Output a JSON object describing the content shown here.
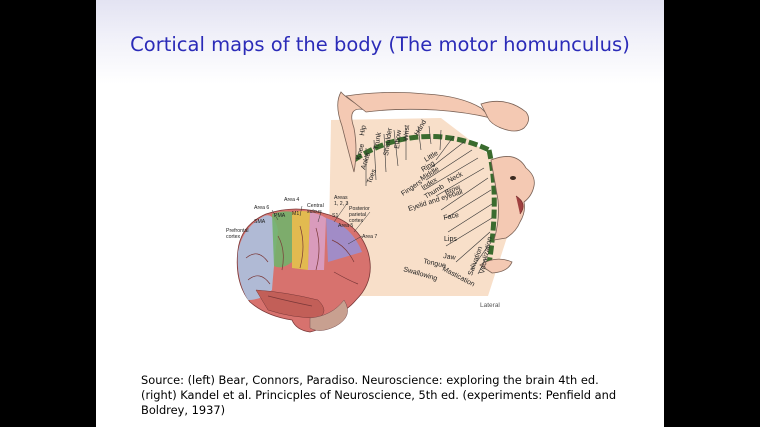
{
  "slide": {
    "title": "Cortical maps of the body (The motor homunculus)",
    "source_lines": [
      "Source: (left) Bear, Connors, Paradiso. Neuroscience: exploring the brain 4th ed.",
      "(right) Kandel et al. Princicples of Neuroscience, 5th ed. (experiments: Penfield and",
      "Boldrey, 1937)"
    ]
  },
  "brain_labels": {
    "area6": "Area 6",
    "area4": "Area 4",
    "areas123_line1": "Areas",
    "areas123_line2": "1, 2, 3",
    "central_line1": "Central",
    "central_line2": "sulcus",
    "prefrontal_line1": "Prefrontal",
    "prefrontal_line2": "cortex",
    "sma": "SMA",
    "pma": "PMA",
    "m1": "M1",
    "s1": "S1",
    "posterior_line1": "Posterior",
    "posterior_line2": "parietal",
    "posterior_line3": "cortex",
    "area5": "Area 5",
    "area7": "Area 7"
  },
  "homunculus": {
    "body_parts": [
      "Toes",
      "Ankle",
      "Knee",
      "Hip",
      "Trunk",
      "Shoulder",
      "Elbow",
      "Wrist",
      "Hand",
      "Little",
      "Ring",
      "Middle",
      "Index",
      "Thumb",
      "Neck",
      "Brow",
      "Eyelid and eyeball",
      "Face",
      "Lips",
      "Jaw",
      "Tongue",
      "Swallowing",
      "Mastication",
      "Salivation",
      "Vocalization"
    ],
    "fingers_label": "Fingers",
    "lateral_label": "Lateral"
  },
  "colors": {
    "title": "#2b2bb8",
    "cortex_strip": "#3a6b2e",
    "beige": "#f7dcc4",
    "skin": "#f4c9b3"
  }
}
